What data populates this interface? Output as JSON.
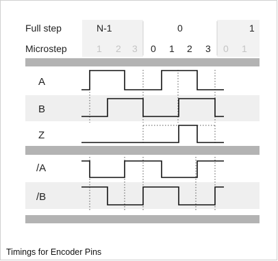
{
  "header": {
    "full_step_label": "Full  step",
    "microstep_label": "Microstep",
    "steps": [
      "N-1",
      "0",
      "1"
    ],
    "microsteps": [
      {
        "text": "1",
        "dim": true
      },
      {
        "text": "2",
        "dim": true
      },
      {
        "text": "3",
        "dim": true
      },
      {
        "text": "0",
        "dim": false
      },
      {
        "text": "1",
        "dim": false
      },
      {
        "text": "2",
        "dim": false
      },
      {
        "text": "3",
        "dim": false
      },
      {
        "text": "0",
        "dim": true
      },
      {
        "text": "1",
        "dim": true
      }
    ]
  },
  "signals": [
    {
      "id": "a",
      "label": "A"
    },
    {
      "id": "b",
      "label": "B"
    },
    {
      "id": "z",
      "label": "Z"
    },
    {
      "id": "na",
      "label": "/A"
    },
    {
      "id": "nb",
      "label": "/B"
    }
  ],
  "caption": "Timings for Encoder Pins",
  "colors": {
    "separator": "#b3b3b3",
    "row_shade": "#efefef",
    "header_shade": "#f2f2f2",
    "dim_text": "#c4c4c4"
  }
}
